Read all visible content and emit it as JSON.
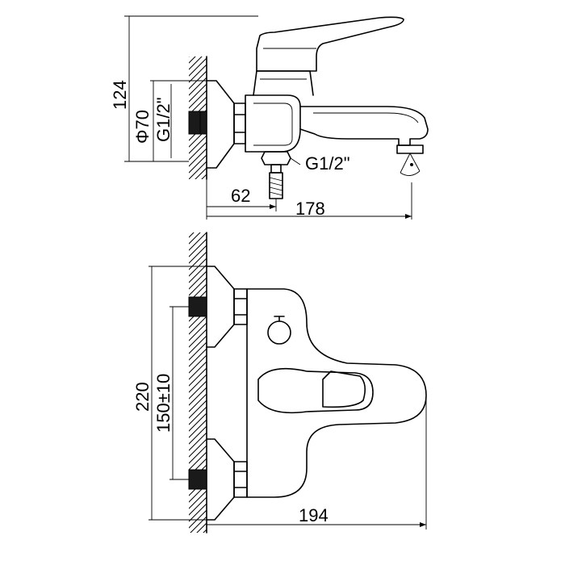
{
  "dimensions": {
    "top_height": "124",
    "flange_diameter": "Φ70",
    "inlet_thread": "G1/2\"",
    "outlet_thread": "G1/2\"",
    "spout_offset": "62",
    "total_depth": "178",
    "total_height": "220",
    "inlet_spacing": "150±10",
    "total_width": "194"
  }
}
